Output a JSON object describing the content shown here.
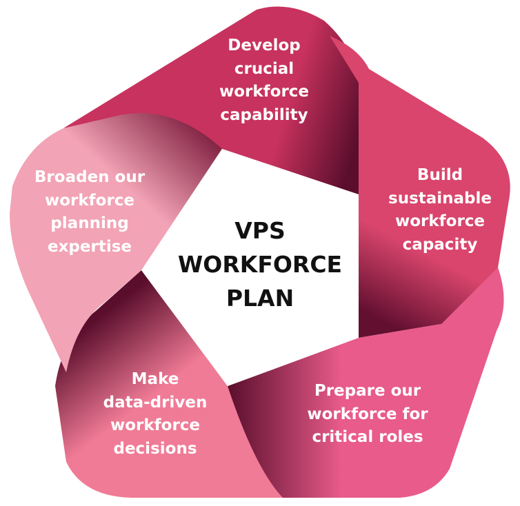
{
  "center": {
    "lines": [
      "VPS",
      "WORKFORCE",
      "PLAN"
    ]
  },
  "segments": [
    {
      "id": "capability",
      "lines": [
        "Develop",
        "crucial",
        "workforce",
        "capability"
      ],
      "color_light": "#c8325e",
      "color_dark": "#5a0e2c"
    },
    {
      "id": "capacity",
      "lines": [
        "Build",
        "sustainable",
        "workforce",
        "capacity"
      ],
      "color_light": "#d9456c",
      "color_dark": "#620f30"
    },
    {
      "id": "critical-roles",
      "lines": [
        "Prepare our",
        "workforce for",
        "critical roles"
      ],
      "color_light": "#e85b8a",
      "color_dark": "#5a0e2c"
    },
    {
      "id": "data-driven",
      "lines": [
        "Make",
        "data-driven",
        "workforce",
        "decisions"
      ],
      "color_light": "#f07b96",
      "color_dark": "#5a0e2c"
    },
    {
      "id": "planning-expertise",
      "lines": [
        "Broaden our",
        "workforce",
        "planning",
        "expertise"
      ],
      "color_light": "#f2a3b5",
      "color_dark": "#7a1a3c"
    }
  ]
}
